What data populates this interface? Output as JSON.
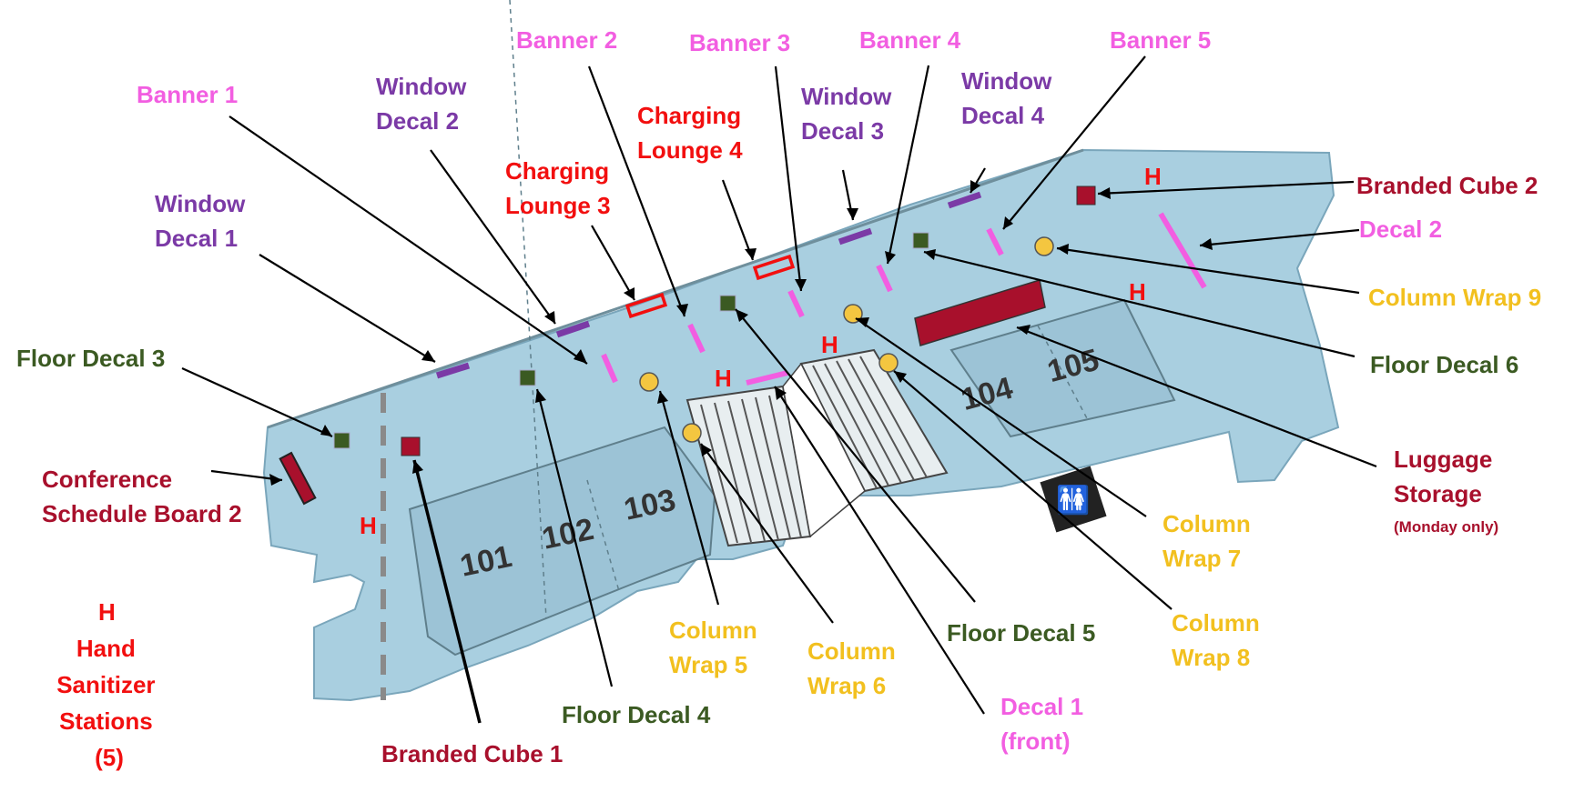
{
  "colors": {
    "floor": "#a9cfe0",
    "floor_edge": "#7aa6bb",
    "banner": "#f25ee1",
    "window_decal": "#7b3aa6",
    "charging": "#f20f0f",
    "floor_decal": "#3b5a22",
    "column": "#f4c640",
    "cube": "#a8102c",
    "sanitizer": "#f20f0f",
    "label_pink": "#f25ee1",
    "label_purple": "#7b3aa6",
    "label_red": "#f20f0f",
    "label_green": "#3b5a22",
    "label_yellow": "#f2c01f",
    "label_maroon": "#a8102c"
  },
  "labels": {
    "banner_1": "Banner 1",
    "banner_2": "Banner 2",
    "banner_3": "Banner 3",
    "banner_4": "Banner 4",
    "banner_5": "Banner 5",
    "window_decal_1": [
      "Window",
      "Decal 1"
    ],
    "window_decal_2": [
      "Window",
      "Decal 2"
    ],
    "window_decal_3": [
      "Window",
      "Decal 3"
    ],
    "window_decal_4": [
      "Window",
      "Decal 4"
    ],
    "charging_lounge_3": [
      "Charging",
      "Lounge 3"
    ],
    "charging_lounge_4": [
      "Charging",
      "Lounge 4"
    ],
    "branded_cube_1": "Branded Cube 1",
    "branded_cube_2": "Branded Cube 2",
    "decal_1": [
      "Decal 1",
      "(front)"
    ],
    "decal_2": "Decal 2",
    "column_wrap_5": [
      "Column",
      "Wrap 5"
    ],
    "column_wrap_6": [
      "Column",
      "Wrap 6"
    ],
    "column_wrap_7": [
      "Column",
      "Wrap 7"
    ],
    "column_wrap_8": [
      "Column",
      "Wrap 8"
    ],
    "column_wrap_9": "Column Wrap 9",
    "floor_decal_3": "Floor Decal 3",
    "floor_decal_4": "Floor Decal 4",
    "floor_decal_5": "Floor Decal 5",
    "floor_decal_6": "Floor Decal 6",
    "luggage_storage": [
      "Luggage",
      "Storage"
    ],
    "luggage_note": "(Monday only)",
    "conference_board_2": [
      "Conference",
      "Schedule Board 2"
    ],
    "legend_h": "H",
    "legend_lines": [
      "Hand",
      "Sanitizer",
      "Stations",
      "(5)"
    ]
  },
  "rooms": [
    "101",
    "102",
    "103",
    "104",
    "105"
  ],
  "sanitizer_marker": "H"
}
